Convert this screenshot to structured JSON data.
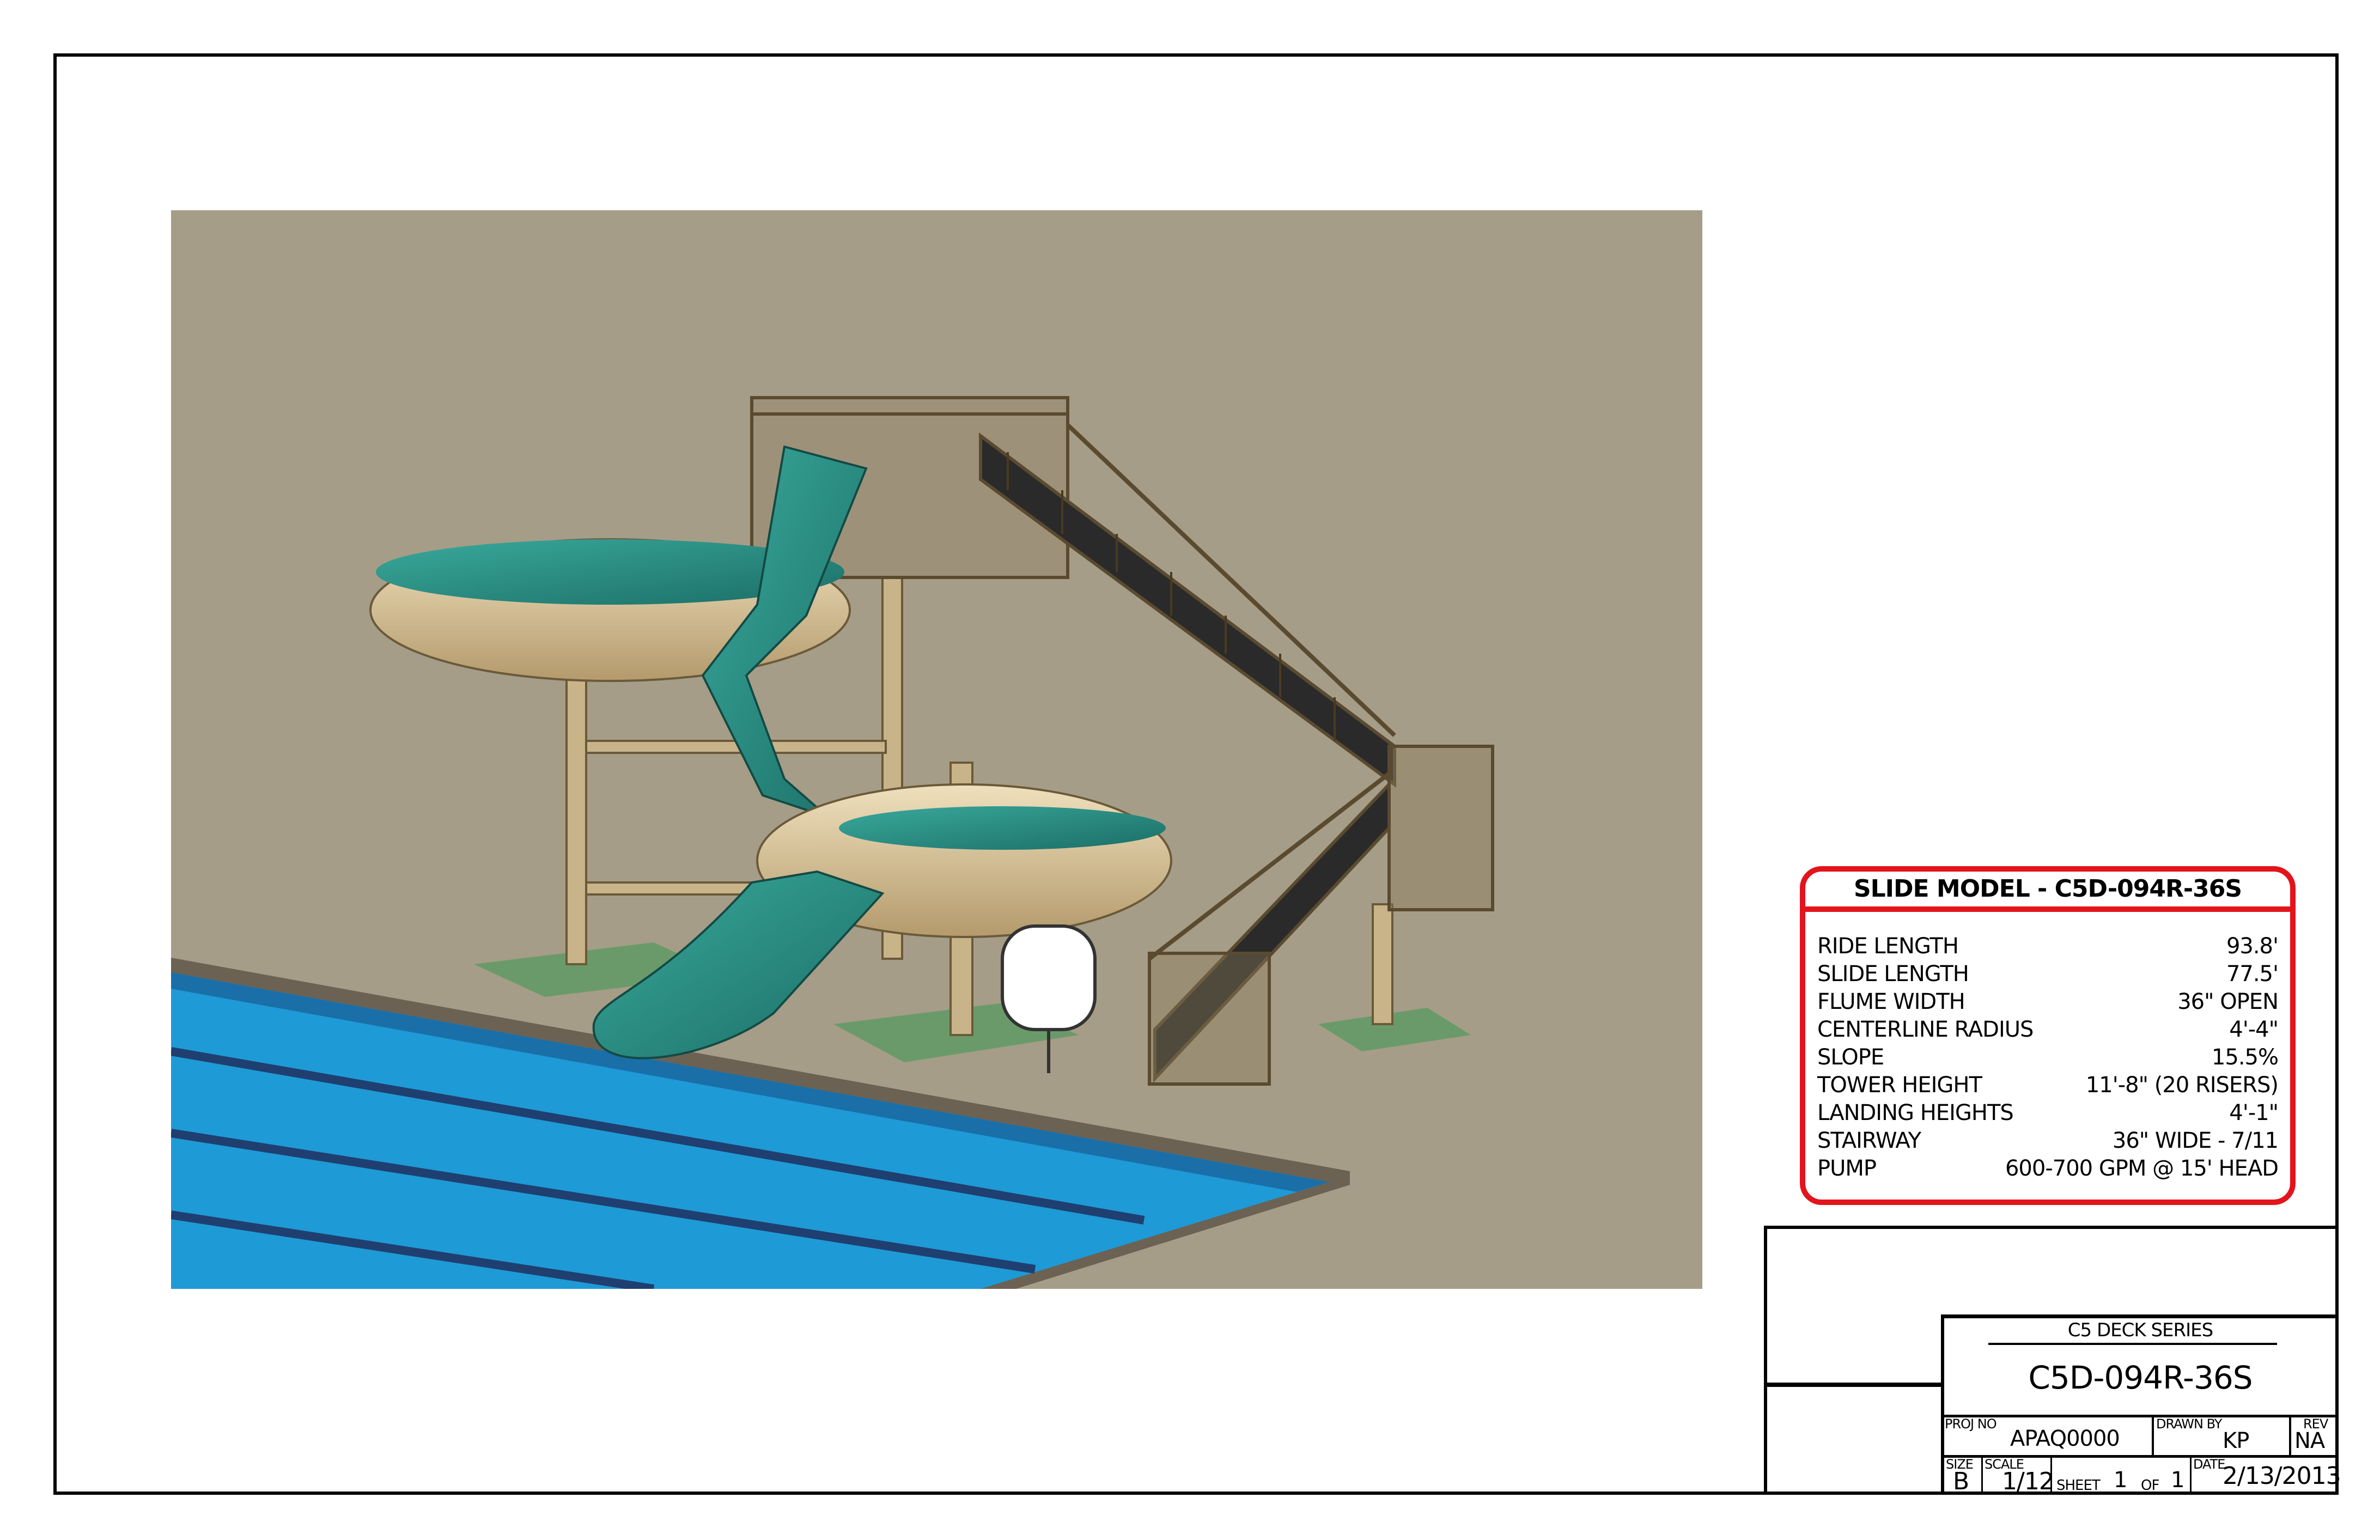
{
  "spec": {
    "title": "SLIDE MODEL - C5D-094R-36S",
    "rows": [
      {
        "label": "RIDE LENGTH",
        "value": "93.8'"
      },
      {
        "label": "SLIDE LENGTH",
        "value": "77.5'"
      },
      {
        "label": "FLUME WIDTH",
        "value": "36\" OPEN"
      },
      {
        "label": "CENTERLINE RADIUS",
        "value": "4'-4\""
      },
      {
        "label": "SLOPE",
        "value": "15.5%"
      },
      {
        "label": "TOWER HEIGHT",
        "value": "11'-8\" (20 RISERS)"
      },
      {
        "label": "LANDING HEIGHTS",
        "value": "4'-1\""
      },
      {
        "label": "STAIRWAY",
        "value": "36\" WIDE - 7/11"
      },
      {
        "label": "PUMP",
        "value": "600-700 GPM @ 15' HEAD"
      }
    ]
  },
  "title_block": {
    "series": "C5 DECK SERIES",
    "model": "C5D-094R-36S",
    "proj_no_label": "PROJ NO",
    "proj_no": "APAQ0000",
    "drawn_by_label": "DRAWN BY",
    "drawn_by": "KP",
    "rev_label": "REV",
    "rev": "NA",
    "size_label": "SIZE",
    "size": "B",
    "scale_label": "SCALE",
    "scale": "1/12",
    "sheet_label": "SHEET",
    "sheet": "1",
    "of_label": "OF",
    "of": "1",
    "date_label": "DATE",
    "date": "2/13/2013"
  },
  "colors": {
    "accent_red": "#e3141b",
    "render_bg": "#a59d87",
    "slide_teal": "#2a8a80",
    "slide_tan": "#d8c49c",
    "pool_blue": "#1e9ad6"
  }
}
